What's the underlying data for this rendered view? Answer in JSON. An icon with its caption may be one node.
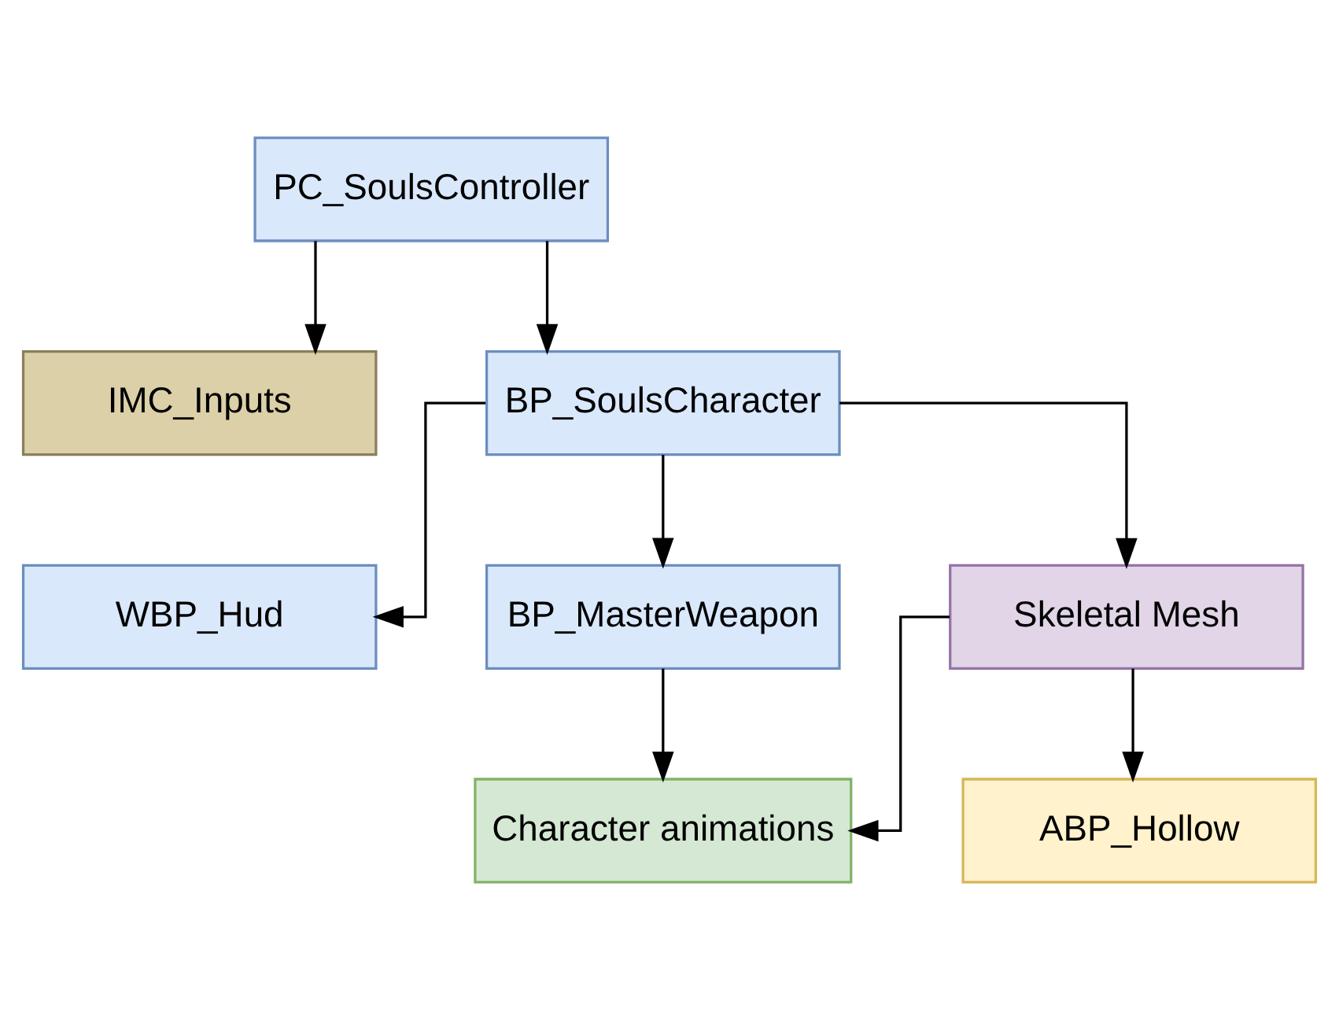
{
  "diagram": {
    "nodes": [
      {
        "text": [
          "PC_SoulsController"
        ]
      },
      {
        "text": [
          "IMC_Inputs"
        ]
      },
      {
        "text": [
          "BP_SoulsCharacter"
        ]
      },
      {
        "text": [
          "WBP_Hud"
        ]
      },
      {
        "text": [
          "BP_MasterWeapon"
        ]
      },
      {
        "text": [
          "Skeletal Mesh"
        ]
      },
      {
        "text": [
          "Character animations"
        ]
      },
      {
        "text": [
          "ABP_Hollow"
        ]
      }
    ],
    "edges": [
      {
        "from": 0,
        "to": 1,
        "arrow": "to"
      },
      {
        "from": 0,
        "to": 2,
        "arrow": "to"
      },
      {
        "from": 2,
        "to": 3,
        "arrow": "to"
      },
      {
        "from": 2,
        "to": 4,
        "arrow": "to"
      },
      {
        "from": 2,
        "to": 5,
        "arrow": "to"
      },
      {
        "from": 4,
        "to": 6,
        "arrow": "to"
      },
      {
        "from": 5,
        "to": 6,
        "arrow": "to"
      },
      {
        "from": 5,
        "to": 7,
        "arrow": "to"
      }
    ]
  }
}
